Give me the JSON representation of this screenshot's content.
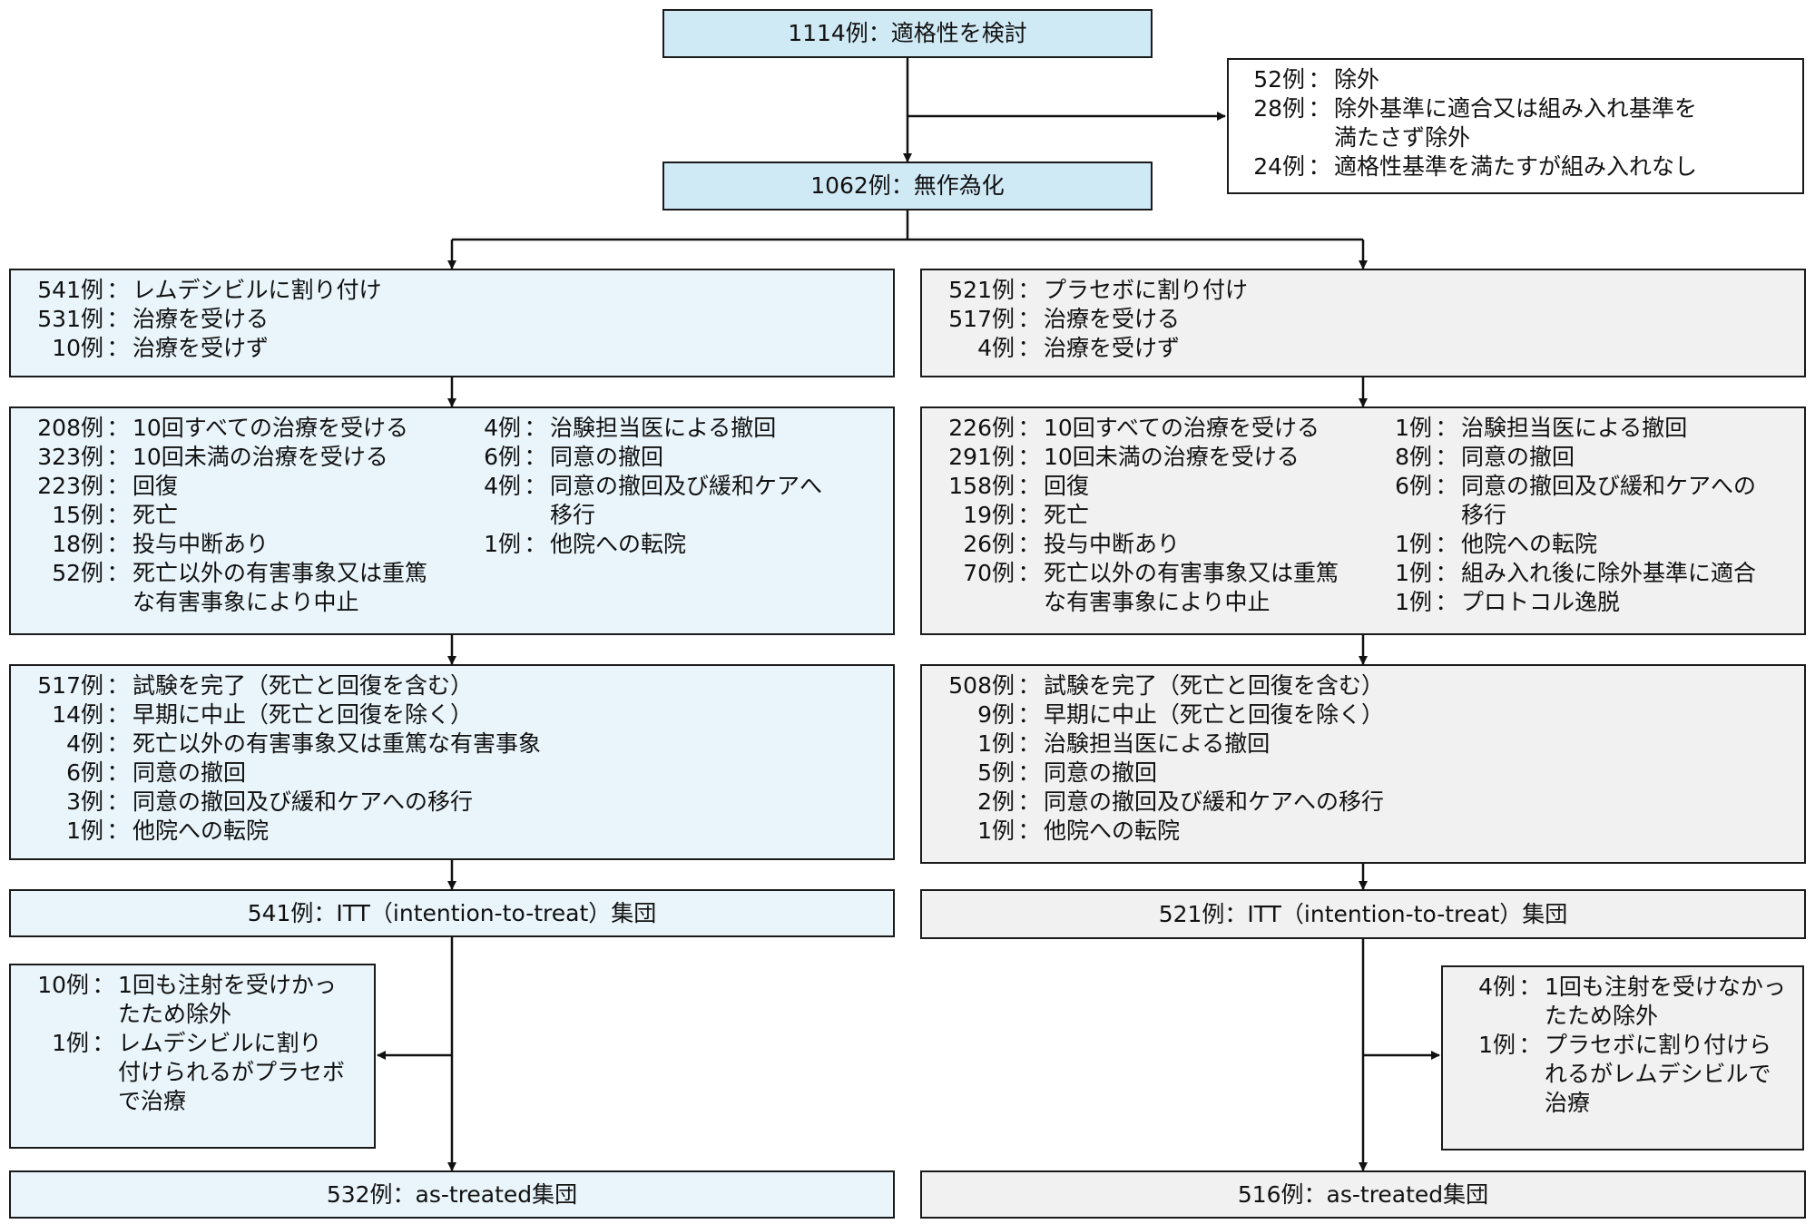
{
  "nodes": {
    "eligibility": "1114例：適格性を検討",
    "randomized": "1062例：無作為化",
    "excluded": [
      {
        "n": "52例",
        "text": [
          "除外"
        ]
      },
      {
        "n": "28例",
        "text": [
          "除外基準に適合又は組み入れ基準を",
          "満たさず除外"
        ]
      },
      {
        "n": "24例",
        "text": [
          "適格性基準を満たすが組み入れなし"
        ]
      }
    ]
  },
  "remdesivir": {
    "allocation": [
      {
        "n": "541例",
        "text": [
          "レムデシビルに割り付け"
        ]
      },
      {
        "n": "531例",
        "text": [
          "治療を受ける"
        ]
      },
      {
        "n": "10例",
        "text": [
          "治療を受けず"
        ]
      }
    ],
    "followup_left": [
      {
        "n": "208例",
        "text": [
          "10回すべての治療を受ける"
        ]
      },
      {
        "n": "323例",
        "text": [
          "10回未満の治療を受ける"
        ]
      },
      {
        "n": "223例",
        "text": [
          "回復"
        ]
      },
      {
        "n": "15例",
        "text": [
          "死亡"
        ]
      },
      {
        "n": "18例",
        "text": [
          "投与中断あり"
        ]
      },
      {
        "n": "52例",
        "text": [
          "死亡以外の有害事象又は重篤",
          "な有害事象により中止"
        ]
      }
    ],
    "followup_right": [
      {
        "n": "4例",
        "text": [
          "治験担当医による撤回"
        ]
      },
      {
        "n": "6例",
        "text": [
          "同意の撤回"
        ]
      },
      {
        "n": "4例",
        "text": [
          "同意の撤回及び緩和ケアへ",
          "移行"
        ]
      },
      {
        "n": "1例",
        "text": [
          "他院への転院"
        ]
      }
    ],
    "completion": [
      {
        "n": "517例",
        "text": [
          "試験を完了（死亡と回復を含む）"
        ]
      },
      {
        "n": "14例",
        "text": [
          "早期に中止（死亡と回復を除く）"
        ]
      },
      {
        "n": "4例",
        "text": [
          "死亡以外の有害事象又は重篤な有害事象"
        ]
      },
      {
        "n": "6例",
        "text": [
          "同意の撤回"
        ]
      },
      {
        "n": "3例",
        "text": [
          "同意の撤回及び緩和ケアへの移行"
        ]
      },
      {
        "n": "1例",
        "text": [
          "他院への転院"
        ]
      }
    ],
    "itt": "541例：ITT（intention-to-treat）集団",
    "excluded_at": [
      {
        "n": "10例",
        "text": [
          "1回も注射を受けかっ",
          "たため除外"
        ]
      },
      {
        "n": "1例",
        "text": [
          "レムデシビルに割り",
          "付けられるがプラセボ",
          "で治療"
        ]
      }
    ],
    "as_treated": "532例：as-treated集団"
  },
  "placebo": {
    "allocation": [
      {
        "n": "521例",
        "text": [
          "プラセボに割り付け"
        ]
      },
      {
        "n": "517例",
        "text": [
          "治療を受ける"
        ]
      },
      {
        "n": "4例",
        "text": [
          "治療を受けず"
        ]
      }
    ],
    "followup_left": [
      {
        "n": "226例",
        "text": [
          "10回すべての治療を受ける"
        ]
      },
      {
        "n": "291例",
        "text": [
          "10回未満の治療を受ける"
        ]
      },
      {
        "n": "158例",
        "text": [
          "回復"
        ]
      },
      {
        "n": "19例",
        "text": [
          "死亡"
        ]
      },
      {
        "n": "26例",
        "text": [
          "投与中断あり"
        ]
      },
      {
        "n": "70例",
        "text": [
          "死亡以外の有害事象又は重篤",
          "な有害事象により中止"
        ]
      }
    ],
    "followup_right": [
      {
        "n": "1例",
        "text": [
          "治験担当医による撤回"
        ]
      },
      {
        "n": "8例",
        "text": [
          "同意の撤回"
        ]
      },
      {
        "n": "6例",
        "text": [
          "同意の撤回及び緩和ケアへの",
          "移行"
        ]
      },
      {
        "n": "1例",
        "text": [
          "他院への転院"
        ]
      },
      {
        "n": "1例",
        "text": [
          "組み入れ後に除外基準に適合"
        ]
      },
      {
        "n": "1例",
        "text": [
          "プロトコル逸脱"
        ]
      }
    ],
    "completion": [
      {
        "n": "508例",
        "text": [
          "試験を完了（死亡と回復を含む）"
        ]
      },
      {
        "n": "9例",
        "text": [
          "早期に中止（死亡と回復を除く）"
        ]
      },
      {
        "n": "1例",
        "text": [
          "治験担当医による撤回"
        ]
      },
      {
        "n": "5例",
        "text": [
          "同意の撤回"
        ]
      },
      {
        "n": "2例",
        "text": [
          "同意の撤回及び緩和ケアへの移行"
        ]
      },
      {
        "n": "1例",
        "text": [
          "他院への転院"
        ]
      }
    ],
    "itt": "521例：ITT（intention-to-treat）集団",
    "excluded_at": [
      {
        "n": "4例",
        "text": [
          "1回も注射を受けなかっ",
          "たため除外"
        ]
      },
      {
        "n": "1例",
        "text": [
          "プラセボに割り付けら",
          "れるがレムデシビルで",
          "治療"
        ]
      }
    ],
    "as_treated": "516例：as-treated集団"
  },
  "colors": {
    "header_fill": "#cfe9f5",
    "remdesivir_fill": "#e9f5fb",
    "placebo_fill": "#f1f1f1",
    "border": "#1a1a1a"
  }
}
